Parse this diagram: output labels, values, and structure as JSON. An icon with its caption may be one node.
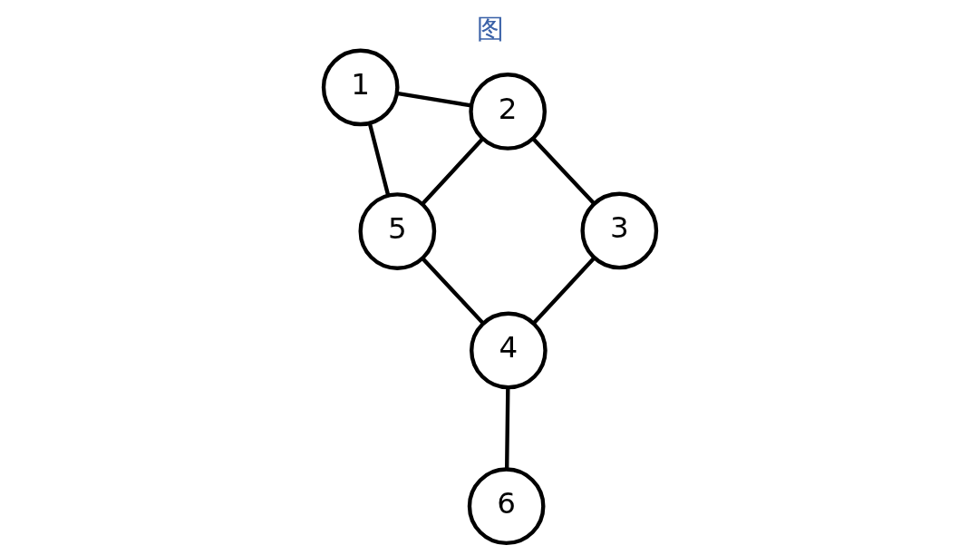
{
  "diagram": {
    "title": "图",
    "nodes": [
      {
        "text": [
          "6"
        ]
      },
      {
        "text": [
          "4"
        ]
      },
      {
        "text": [
          "5"
        ]
      },
      {
        "text": [
          "1"
        ]
      },
      {
        "text": [
          "3"
        ]
      },
      {
        "text": [
          "2"
        ]
      }
    ],
    "edges": [
      {
        "from": 0,
        "to": 1,
        "arrow": "none"
      },
      {
        "from": 1,
        "to": 2,
        "arrow": "none"
      },
      {
        "from": 2,
        "to": 3,
        "arrow": "none"
      },
      {
        "from": 2,
        "to": 5,
        "arrow": "none"
      },
      {
        "from": 3,
        "to": 5,
        "arrow": "none"
      },
      {
        "from": 1,
        "to": 4,
        "arrow": "none"
      },
      {
        "from": 4,
        "to": 5,
        "arrow": "none"
      }
    ]
  }
}
